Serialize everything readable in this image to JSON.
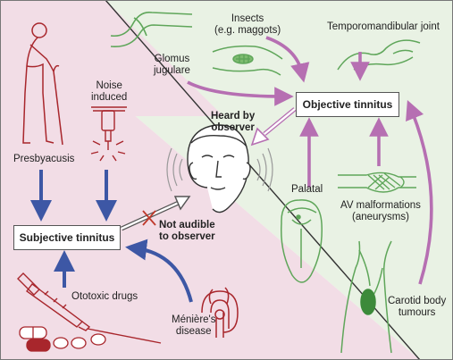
{
  "colors": {
    "left_panel_bg": "#f2dde6",
    "right_panel_bg": "#e9f2e4",
    "purple_arrow": "#b66fb2",
    "blue_arrow": "#3d57a5",
    "illustration_green": "#5fa65a",
    "illustration_red": "#a8262c"
  },
  "boxes": {
    "objective": "Objective tinnitus",
    "subjective": "Subjective tinnitus"
  },
  "labels": {
    "glomus_1": "Glomus",
    "glomus_2": "jugulare",
    "insects_1": "Insects",
    "insects_2": "(e.g. maggots)",
    "tmj": "Temporomandibular joint",
    "heard_1": "Heard by",
    "heard_2": "observer",
    "palatal": "Palatal",
    "avm_1": "AV malformations",
    "avm_2": "(aneurysms)",
    "carotid_1": "Carotid body",
    "carotid_2": "tumours",
    "presbyacusis": "Presbyacusis",
    "noise_1": "Noise",
    "noise_2": "induced",
    "not_audible_1": "Not audible",
    "not_audible_2": "to observer",
    "ototoxic": "Ototoxic drugs",
    "meniere_1": "Ménière's",
    "meniere_2": "disease"
  },
  "icons": [
    "elderly-person-icon",
    "jackhammer-icon",
    "head-icon",
    "syringe-icon",
    "pills-icon",
    "inner-ear-icon",
    "tongue-icon",
    "av-malformation-icon",
    "carotid-neck-icon",
    "glomus-vessel-icon",
    "insect-ear-icon",
    "jaw-joint-icon"
  ]
}
